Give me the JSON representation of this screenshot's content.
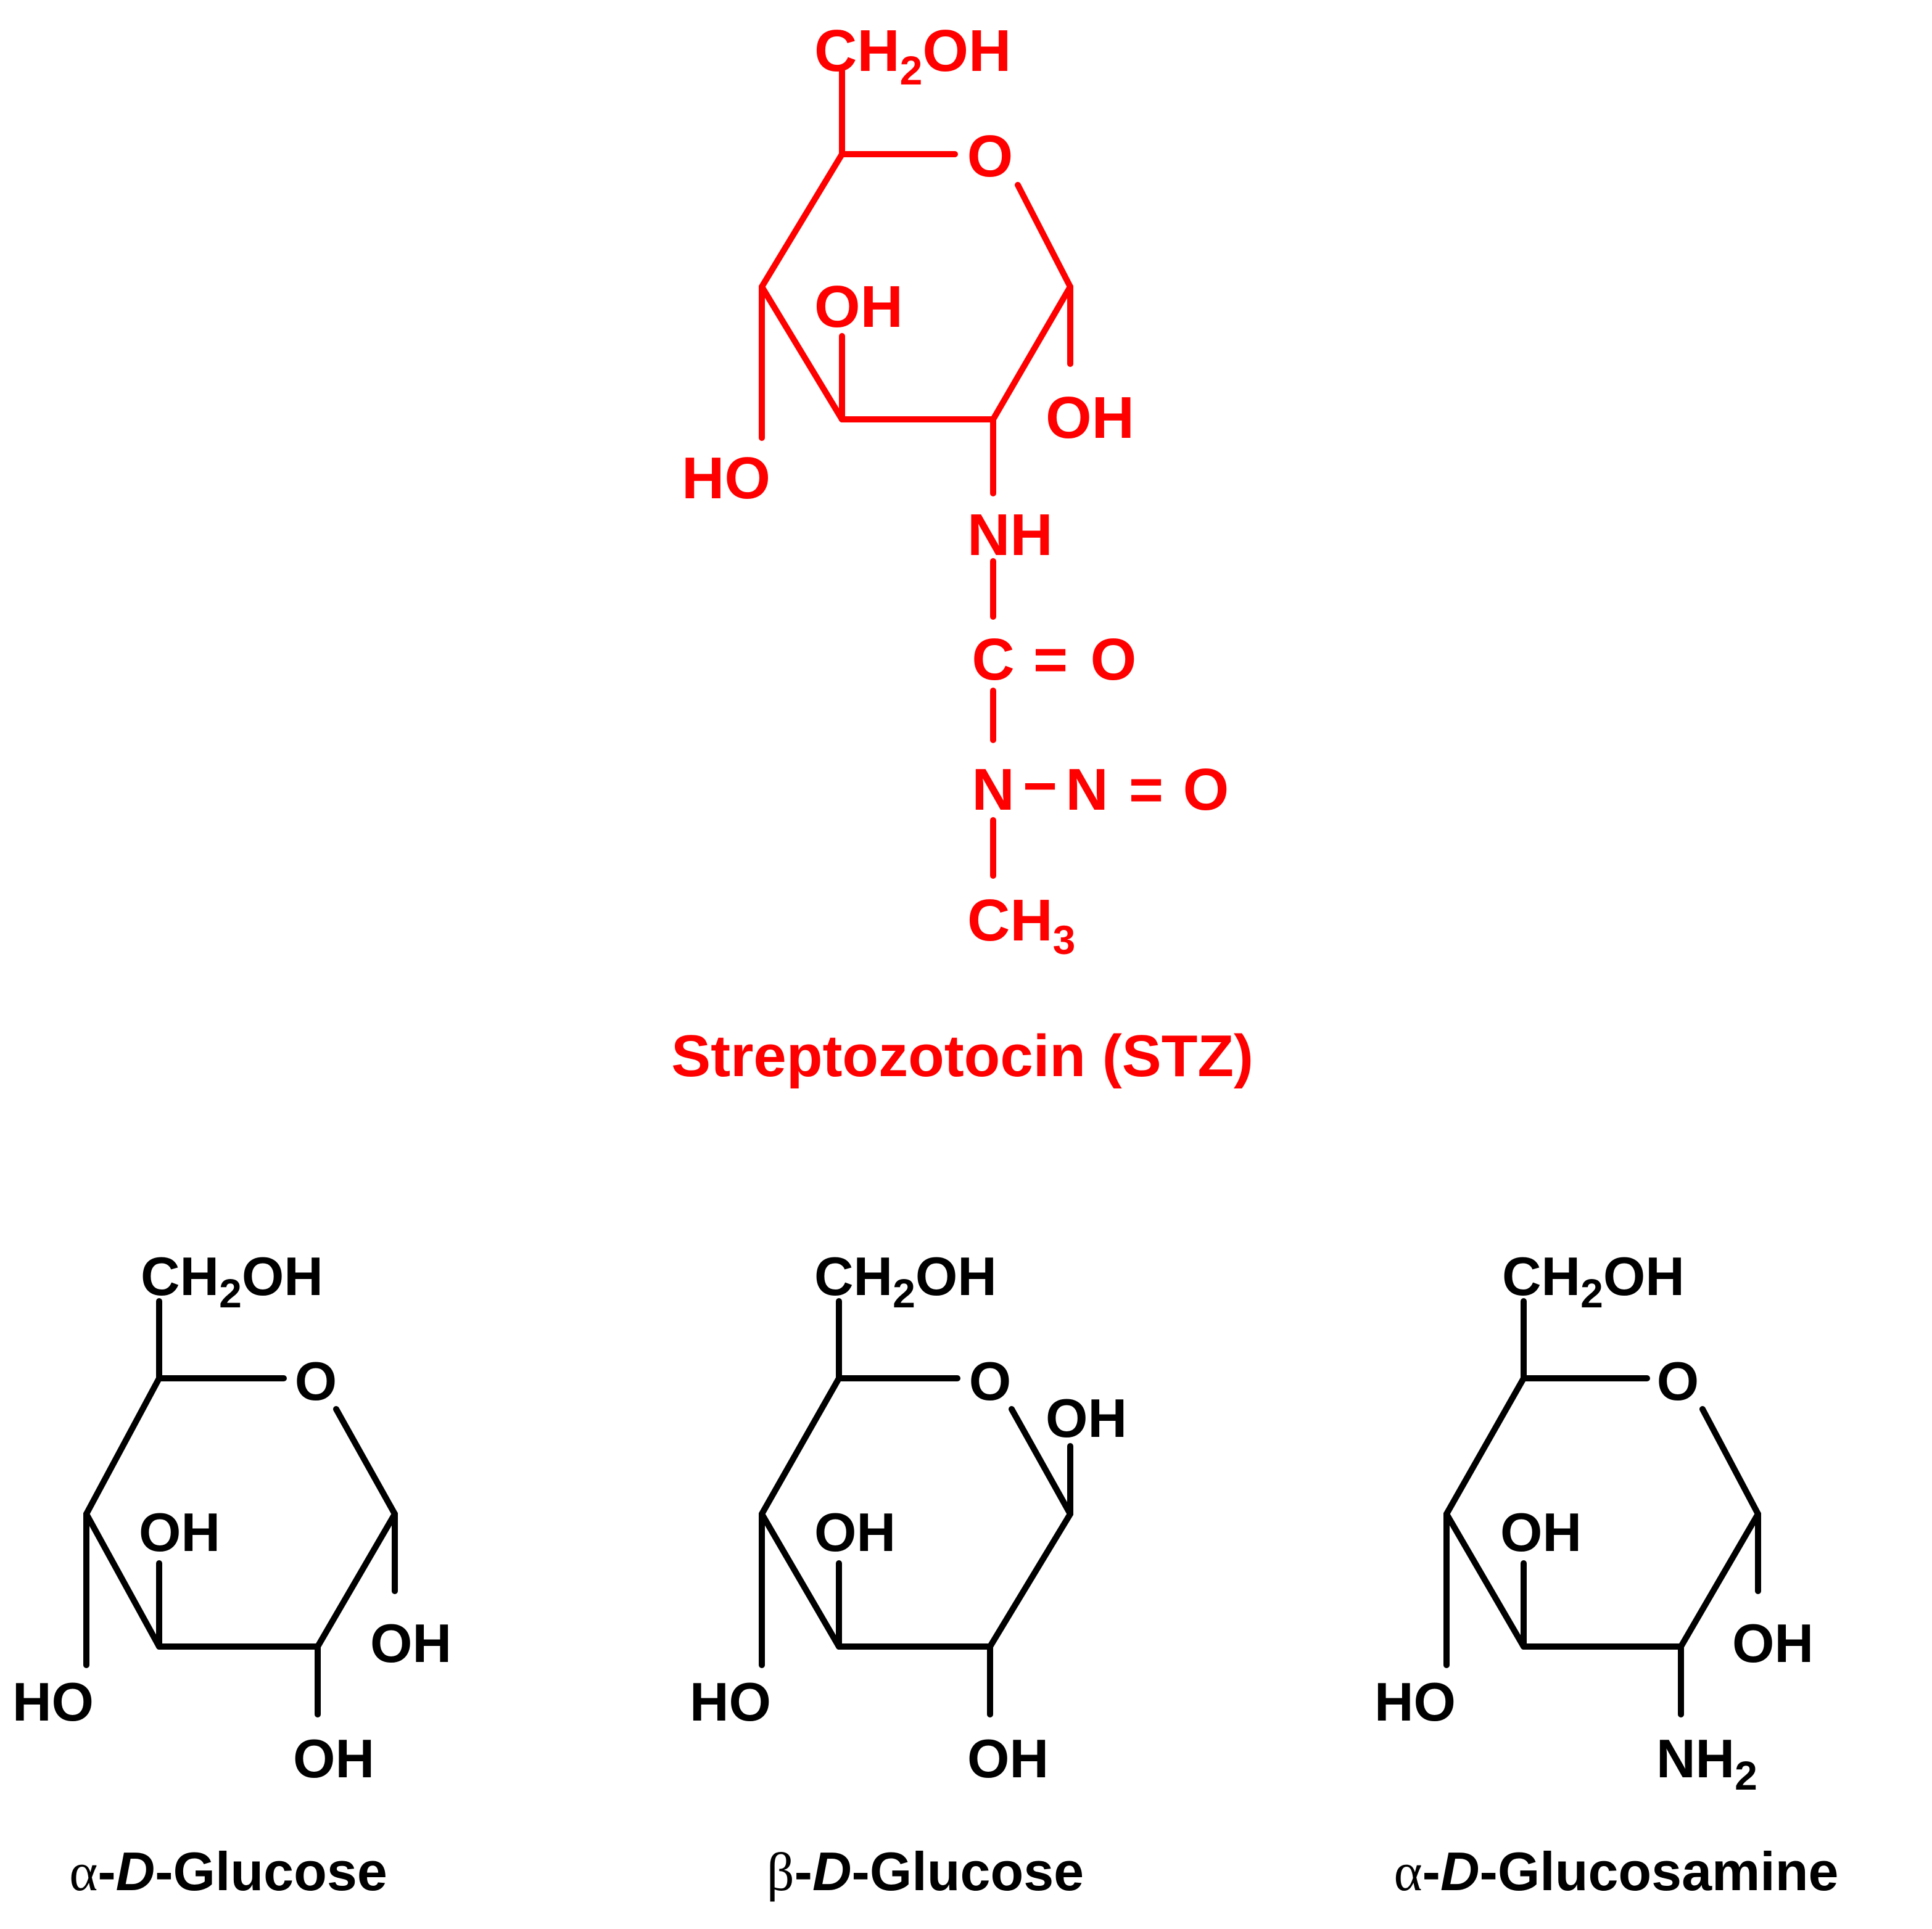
{
  "colors": {
    "stz": "#ff0000",
    "glucose": "#000000"
  },
  "stz": {
    "name": "Streptozotocin (STZ)",
    "substituent_top": {
      "main": "CH",
      "sub": "2",
      "tail": "OH"
    },
    "ring_oxygen": "O",
    "oh_inner": "OH",
    "oh_right": "OH",
    "ho_left": "HO",
    "nh": "NH",
    "carbonyl": {
      "c": "C",
      "bond": "=",
      "o": "O"
    },
    "nitroso": {
      "n": "N",
      "single": "−",
      "n2": "N",
      "double": "=",
      "o": "O"
    },
    "methyl": {
      "main": "CH",
      "sub": "3"
    }
  },
  "molecules": [
    {
      "id": "alpha-d-glucose",
      "caption": {
        "prefix": "α",
        "dash1": "-",
        "italic": "D",
        "dash2": "-",
        "rest": "Glucose"
      },
      "top": {
        "main": "CH",
        "sub": "2",
        "tail": "OH"
      },
      "ring_oxygen": "O",
      "oh_inner": "OH",
      "oh_right": "OH",
      "ho_left": "HO",
      "bottom": {
        "main": "OH",
        "sub": ""
      }
    },
    {
      "id": "beta-d-glucose",
      "caption": {
        "prefix": "β",
        "dash1": "-",
        "italic": "D",
        "dash2": "-",
        "rest": "Glucose"
      },
      "top": {
        "main": "CH",
        "sub": "2",
        "tail": "OH"
      },
      "ring_oxygen": "O",
      "oh_anomeric": "OH",
      "oh_inner": "OH",
      "ho_left": "HO",
      "bottom": {
        "main": "OH",
        "sub": ""
      }
    },
    {
      "id": "alpha-d-glucosamine",
      "caption": {
        "prefix": "α",
        "dash1": "-",
        "italic": "D",
        "dash2": "-",
        "rest": "Glucosamine"
      },
      "top": {
        "main": "CH",
        "sub": "2",
        "tail": "OH"
      },
      "ring_oxygen": "O",
      "oh_inner": "OH",
      "oh_right": "OH",
      "ho_left": "HO",
      "bottom": {
        "main": "NH",
        "sub": "2"
      }
    }
  ]
}
